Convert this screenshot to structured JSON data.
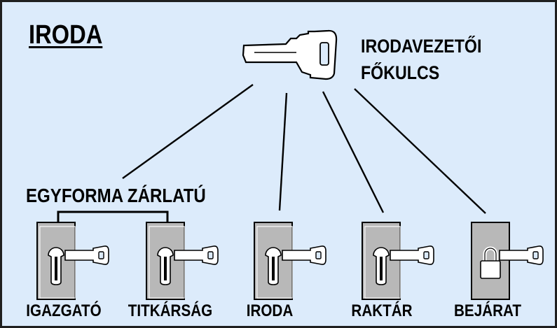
{
  "title": "IRODA",
  "master_key": {
    "line1": "IRODAVEZETŐI",
    "line2": "FŐKULCS"
  },
  "keyed_alike": "EGYFORMA ZÁRLATÚ",
  "locks": [
    {
      "label": "IGAZGATÓ",
      "type": "cylinder"
    },
    {
      "label": "TITKÁRSÁG",
      "type": "cylinder"
    },
    {
      "label": "IRODA",
      "type": "cylinder"
    },
    {
      "label": "RAKTÁR",
      "type": "cylinder"
    },
    {
      "label": "BEJÁRAT",
      "type": "padlock"
    }
  ],
  "colors": {
    "background": "#dcebfb",
    "plate": "#b8b8b8",
    "key": "#ffffff",
    "line": "#000000"
  }
}
